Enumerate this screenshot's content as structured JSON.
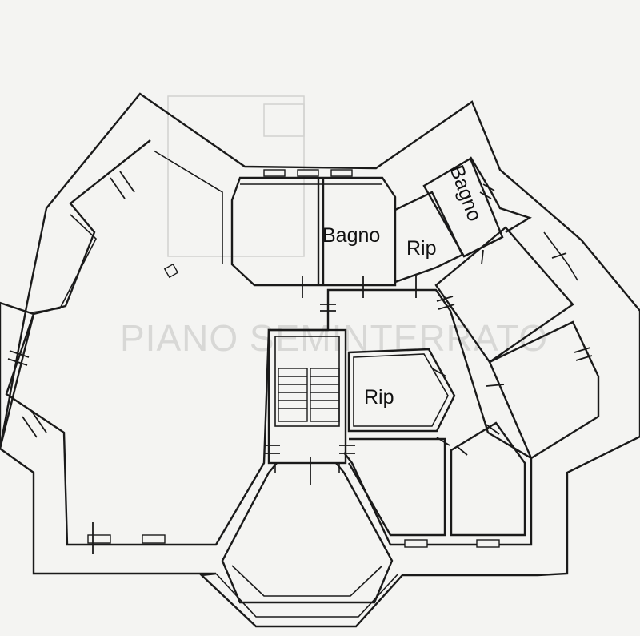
{
  "watermark": {
    "text": "PIANO SEMINTERRATO"
  },
  "rooms": {
    "bagno_center": "Bagno",
    "rip_top": "Rip",
    "bagno_right": "Bagno",
    "rip_center": "Rip"
  }
}
